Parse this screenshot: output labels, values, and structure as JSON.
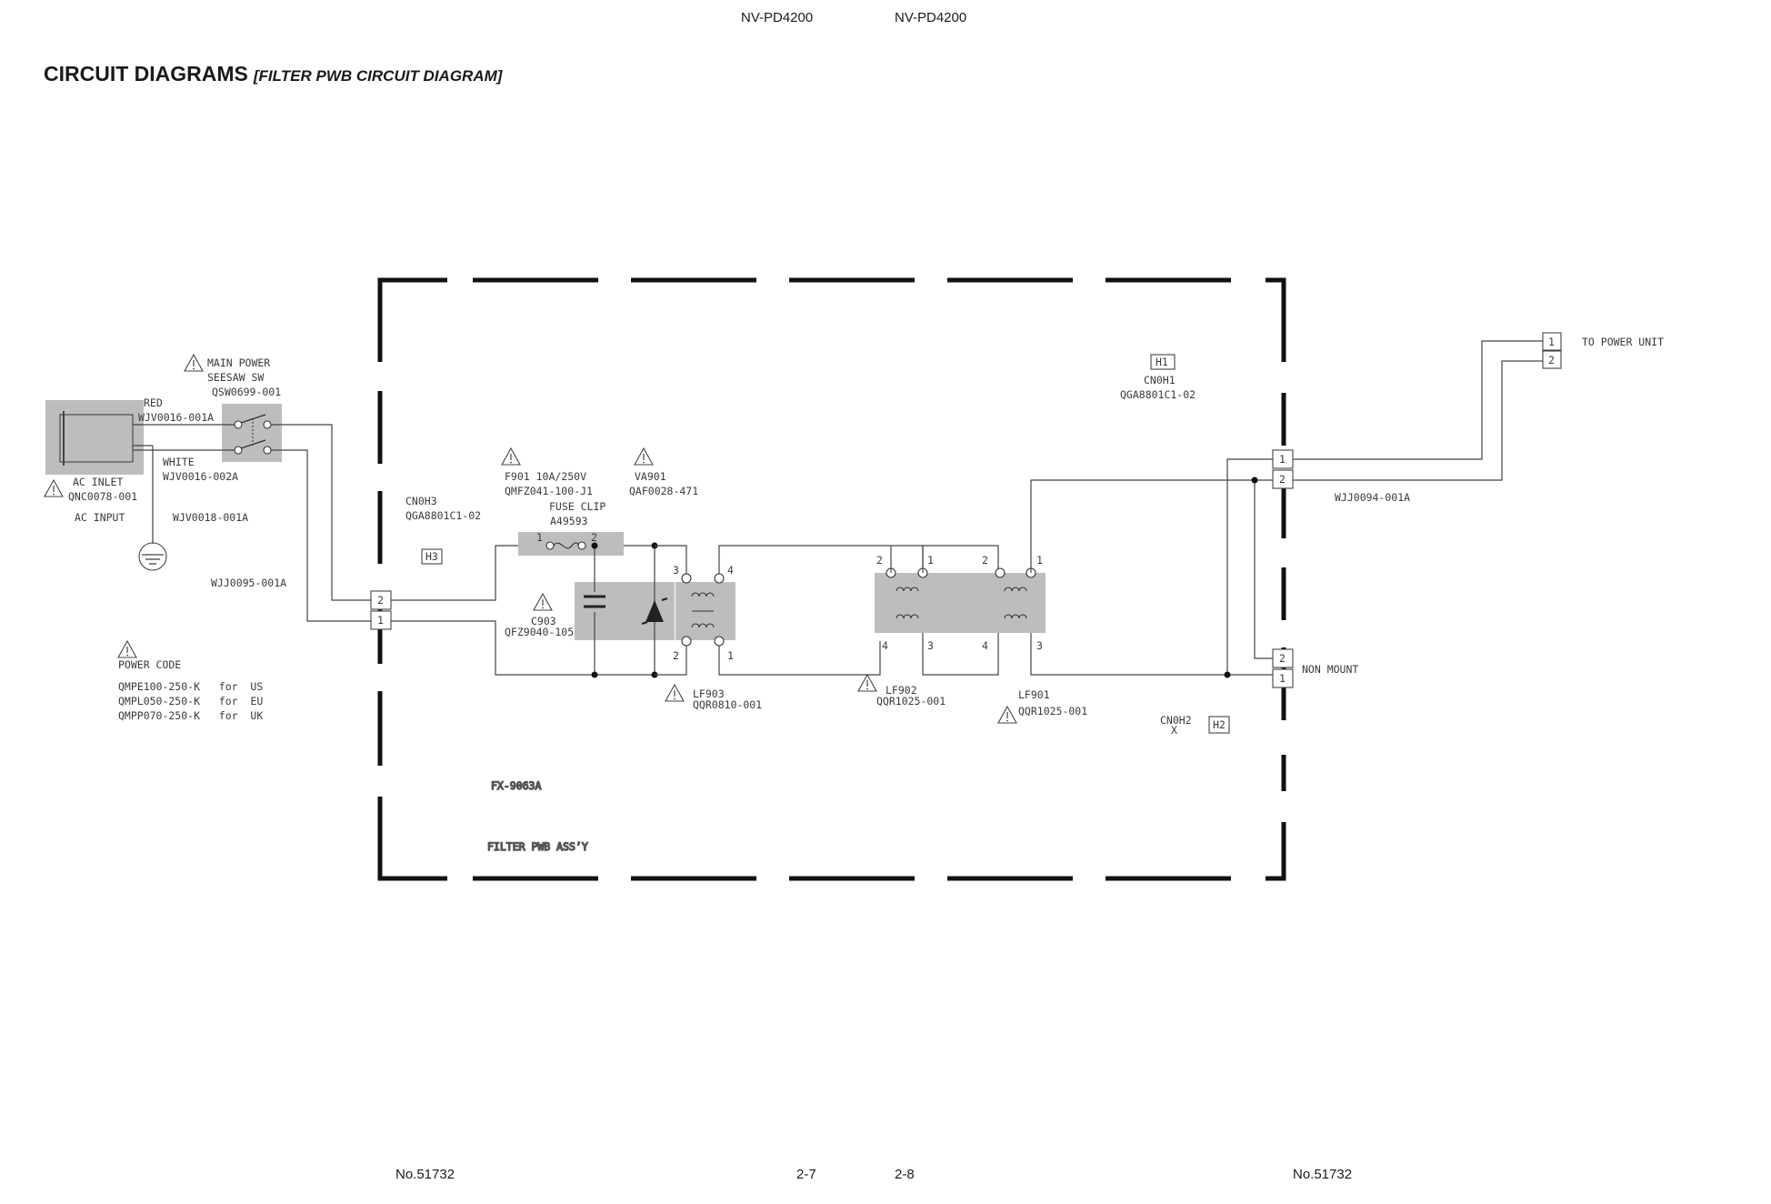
{
  "header": {
    "left_model": "NV-PD4200",
    "right_model": "NV-PD4200"
  },
  "title": {
    "main": "CIRCUIT DIAGRAMS",
    "sub": "[FILTER PWB CIRCUIT DIAGRAM]"
  },
  "footer": {
    "left_no": "No.51732",
    "left_page": "2-7",
    "right_page": "2-8",
    "right_no": "No.51732"
  },
  "diagram": {
    "board_line1": "FX-9063A",
    "board_line2": "FILTER PWB ASS’Y",
    "main_power": [
      "MAIN POWER",
      "SEESAW  SW",
      "QSW0699-001"
    ],
    "red_wire": [
      "RED",
      "WJV0016-001A"
    ],
    "white_wire": [
      "WHITE",
      "WJV0016-002A"
    ],
    "ac_inlet": [
      "AC INLET",
      "QNC0078-001"
    ],
    "ac_input": "AC INPUT",
    "ground_wire": "WJV0018-001A",
    "cn0h3": [
      "CN0H3",
      "QGA8801C1-02"
    ],
    "h3": "H3",
    "h1": "H1",
    "h2": "H2",
    "cn0h1": [
      "CN0H1",
      "QGA8801C1-02"
    ],
    "cn0h2": [
      "CN0H2",
      "X"
    ],
    "wjj0095": "WJJ0095-001A",
    "wjj0094": "WJJ0094-001A",
    "f901": [
      "F901  10A/250V",
      "QMFZ041-100-J1"
    ],
    "fuse_clip": [
      "FUSE CLIP",
      "A49593"
    ],
    "va901": [
      "VA901",
      "QAF0028-471"
    ],
    "c903": [
      "C903",
      "QFZ9040-105"
    ],
    "lf903": [
      "LF903",
      "QQR0810-001"
    ],
    "lf902": [
      "LF902",
      "QQR1025-001"
    ],
    "lf901": [
      "LF901",
      "QQR1025-001"
    ],
    "power_code": [
      "POWER  CODE",
      "QMPE100-250-K   for  US",
      "QMPL050-250-K   for  EU",
      "QMPP070-250-K   for  UK"
    ],
    "to_power_unit": "TO  POWER UNIT",
    "non_mount": "NON MOUNT",
    "pins": {
      "p1": "1",
      "p2": "2",
      "p3": "3",
      "p4": "4"
    }
  }
}
